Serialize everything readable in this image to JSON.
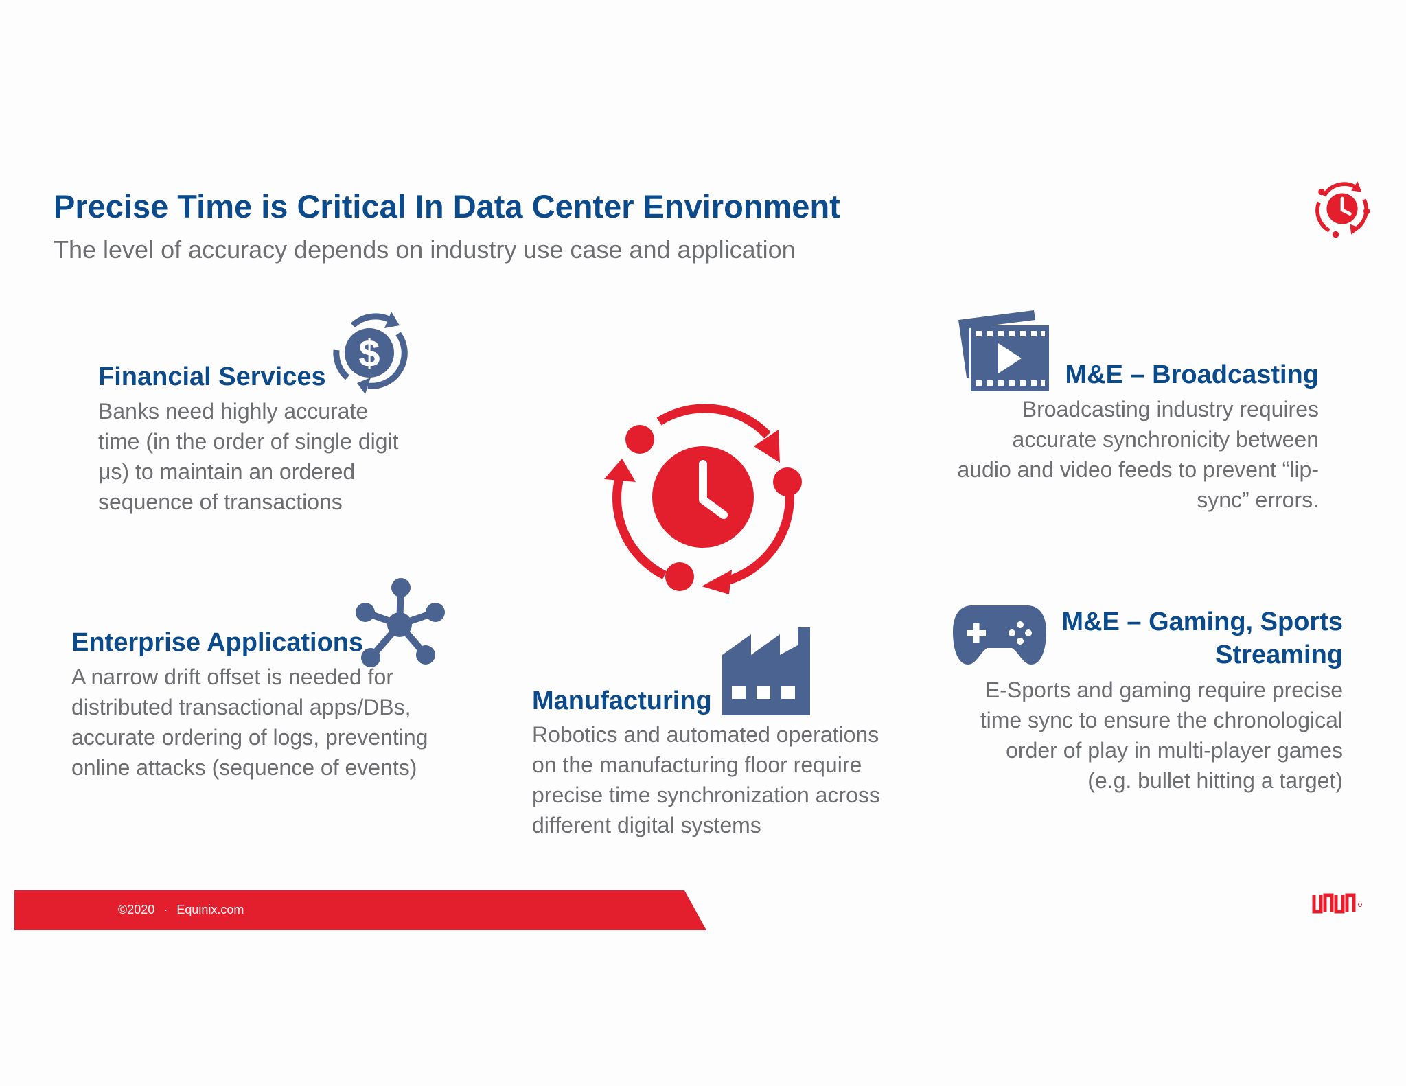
{
  "slide": {
    "title": "Precise Time is Critical In Data Center Environment",
    "subtitle": "The level of accuracy depends on industry use case and application"
  },
  "sections": {
    "financial": {
      "heading": "Financial Services",
      "lines": [
        "Banks need highly accurate",
        "time (in the order of single digit",
        "μs) to maintain an ordered",
        "sequence of transactions"
      ],
      "icon": "dollar-cycle-icon"
    },
    "enterprise": {
      "heading": "Enterprise Applications",
      "lines": [
        "A narrow drift offset is needed for",
        "distributed transactional apps/DBs,",
        "accurate ordering of logs, preventing",
        "online attacks (sequence of events)"
      ],
      "icon": "network-hub-icon"
    },
    "manufacturing": {
      "heading": "Manufacturing",
      "lines": [
        "Robotics and automated operations",
        "on the manufacturing floor require",
        "precise time synchronization across",
        "different digital systems"
      ],
      "icon": "factory-icon"
    },
    "broadcasting": {
      "heading": "M&E – Broadcasting",
      "lines": [
        "Broadcasting industry requires",
        "accurate synchronicity between",
        "audio and video feeds to prevent “lip-",
        "sync” errors."
      ],
      "icon": "video-film-icon"
    },
    "gaming": {
      "heading_line1": "M&E – Gaming, Sports",
      "heading_line2": "Streaming",
      "lines": [
        "E-Sports and gaming require precise",
        "time sync to ensure the chronological",
        "order of play in multi-player games",
        "(e.g. bullet hitting a target)"
      ],
      "icon": "gamepad-icon"
    }
  },
  "footer": {
    "copyright": "©2020",
    "separator": "·",
    "site": "Equinix.com"
  },
  "colors": {
    "brand_red": "#e31e2d",
    "title_blue": "#0b4a8b",
    "icon_blue": "#4a6390",
    "body_gray": "#6d6e71"
  }
}
